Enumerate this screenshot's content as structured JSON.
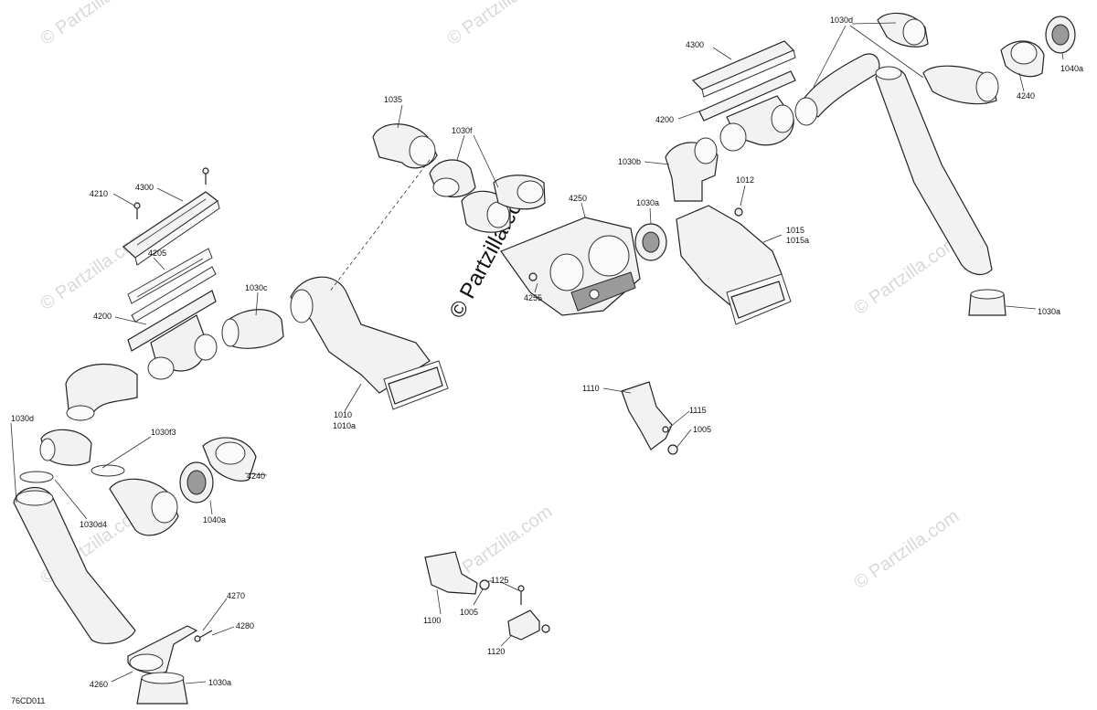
{
  "diagram_id": "76CD011",
  "watermark": "© Partzilla.com",
  "labels": {
    "l1035": "1035",
    "l1030f": "1030f",
    "l4210": "4210",
    "l4300_left": "4300",
    "l4205": "4205",
    "l4200_left": "4200",
    "l1030c": "1030c",
    "l1030d_left": "1030d",
    "l1030f3": "1030f3",
    "l1030d4": "1030d4",
    "l4240_left": "4240",
    "l1040a_left": "1040a",
    "l1010": "1010",
    "l1010a": "1010a",
    "l4250": "4250",
    "l1030a_center": "1030a",
    "l4255": "4255",
    "l4300_right": "4300",
    "l4200_right": "4200",
    "l1030b": "1030b",
    "l1012": "1012",
    "l1015": "1015",
    "l1015a": "1015a",
    "l1030d_right": "1030d",
    "l1040a_right": "1040a",
    "l4240_right": "4240",
    "l1030a_right": "1030a",
    "l1110": "1110",
    "l1115": "1115",
    "l1005_right": "1005",
    "l1125": "1125",
    "l1005_bottom": "1005",
    "l1100": "1100",
    "l1120": "1120",
    "l4270": "4270",
    "l4280": "4280",
    "l4260": "4260",
    "l1030a_bottom": "1030a"
  }
}
